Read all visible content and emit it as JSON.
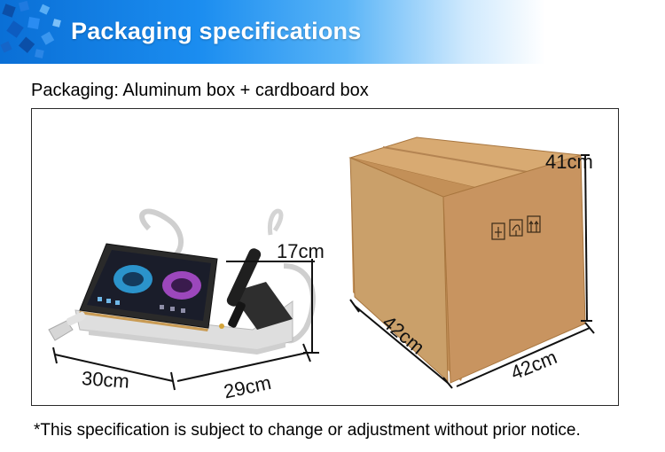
{
  "header": {
    "title": "Packaging specifications"
  },
  "subtitle": "Packaging: Aluminum box + cardboard box",
  "dimensions": {
    "device_width": "30cm",
    "device_depth": "29cm",
    "device_height": "17cm",
    "box_height": "41cm",
    "box_length": "42cm",
    "box_width": "42cm"
  },
  "footnote": "*This specification is subject to change or adjustment without prior notice.",
  "colors": {
    "banner_blue": "#1b8df0",
    "cardboard": "#c8965c"
  }
}
